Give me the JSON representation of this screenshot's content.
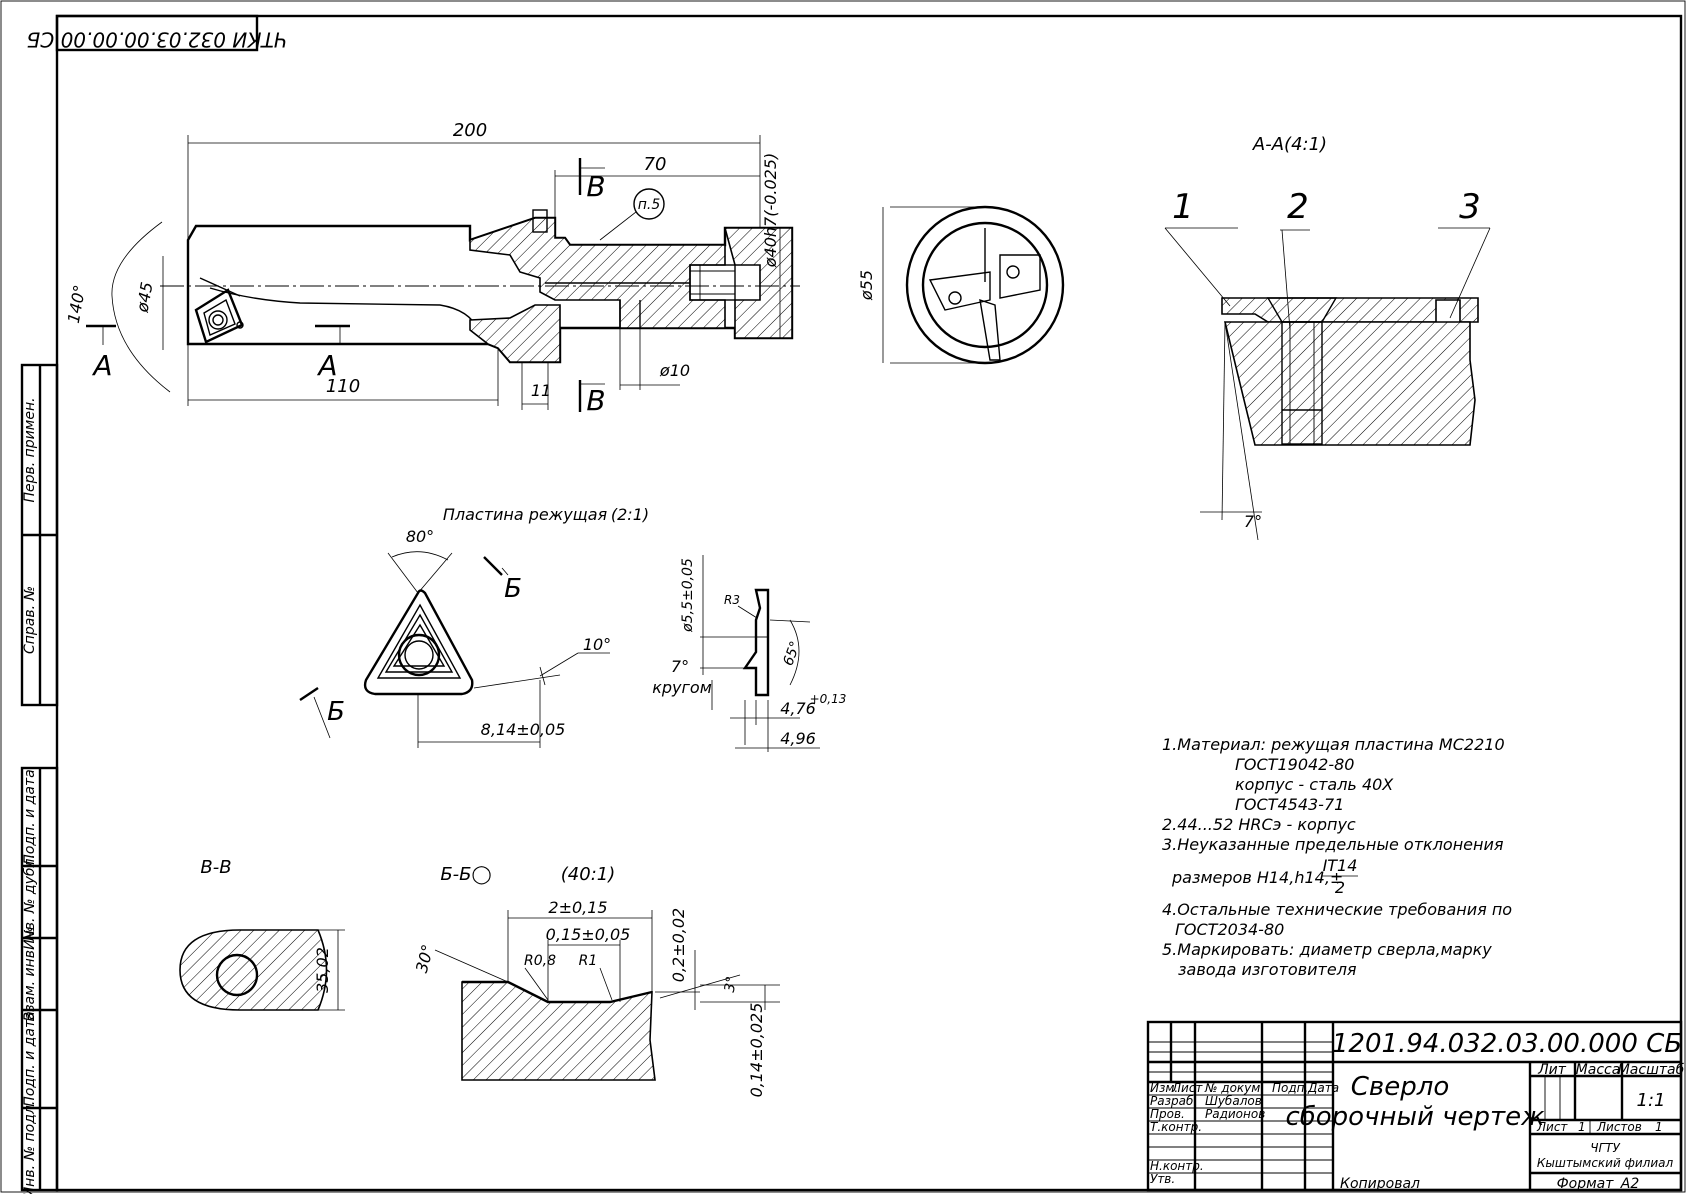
{
  "stamp": {
    "rotated_code": "ЧТКИ 032.03.00.00.00 СБ"
  },
  "side_labels": [
    "Перв. примен.",
    "Справ. №",
    "Подп. и дата",
    "Инв. № дубл.",
    "Взам. инв. №",
    "Подп. и дата",
    "Инв. № подл."
  ],
  "main_view": {
    "dims": {
      "overall": "200",
      "d70": "70",
      "shank": "ø40h7(-0.025)",
      "tip_angle": "140°",
      "d45": "ø45",
      "d110": "110",
      "d11": "11",
      "d10": "ø10",
      "d55": "ø55",
      "callout": "п.5"
    },
    "marks": {
      "a": "А",
      "b": "В"
    }
  },
  "section_aa": {
    "title": "А-А(4:1)",
    "leaders": [
      "1",
      "2",
      "3"
    ],
    "angle": "7°"
  },
  "insert": {
    "title": "Пластина режущая",
    "scale": "(2:1)",
    "tip": "80°",
    "angle10": "10°",
    "d814": "8,14±0,05",
    "mark_b": "Б"
  },
  "insert_profile": {
    "d55": "ø5,5±0,05",
    "r": "R3",
    "a65": "65°",
    "a7": "7°",
    "round": "кругом",
    "t476": "4,76",
    "tol": "+0,13",
    "t496": "4,96"
  },
  "section_vv": {
    "title": "В-В",
    "d": "35,02"
  },
  "section_bb": {
    "title": "Б-Б◯",
    "scale": "(40:1)",
    "w2": "2±0,15",
    "w015": "0,15±0,05",
    "a30": "30°",
    "r08": "R0,8",
    "r1": "R1",
    "h02": "0,2±0,02",
    "a3": "3°",
    "h014": "0,14±0,025"
  },
  "notes": [
    "1.Материал: режущая пластина МС2210",
    "ГОСТ19042-80",
    "корпус - сталь 40Х",
    "ГОСТ4543-71",
    "2.44...52 HRCэ - корпус",
    "3.Неуказанные предельные отклонения",
    "размеров  H14,h14,±",
    "IT14",
    "2",
    "4.Остальные технические требования по",
    "ГОСТ2034-80",
    "5.Маркировать: диаметр сверла,марку",
    "завода изготовителя"
  ],
  "title_block": {
    "doc_number": "1201.94.032.03.00.000 СБ",
    "name_line1": "Сверло",
    "name_line2": "сборочный чертеж",
    "hdr": {
      "izm": "Изм.",
      "list": "Лист",
      "ndoc": "№ докум.",
      "podp": "Подп.",
      "data": "Дата"
    },
    "roles": [
      {
        "role": "Разраб.",
        "name": "Шубалов"
      },
      {
        "role": "Пров.",
        "name": "Радионов"
      },
      {
        "role": "Т.контр.",
        "name": ""
      },
      {
        "role": "Н.контр.",
        "name": ""
      },
      {
        "role": "Утв.",
        "name": ""
      }
    ],
    "lit": "Лит",
    "massa": "Масса",
    "masshtab": "Масштаб",
    "scale_val": "1:1",
    "sheet_lbl": "Лист",
    "sheet_val": "1",
    "sheets_lbl": "Листов",
    "sheets_val": "1",
    "org1": "ЧГТУ",
    "org2": "Кыштымский филиал",
    "copied": "Копировал",
    "format": "Формат",
    "format_val": "A2"
  }
}
